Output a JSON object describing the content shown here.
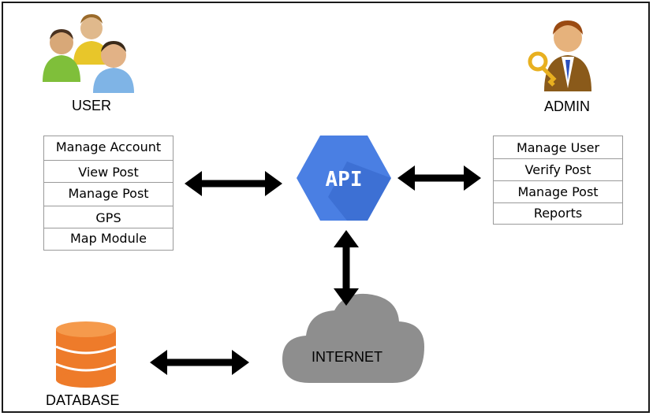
{
  "user": {
    "title": "USER",
    "items": [
      "Manage Account",
      "View Post",
      "Manage Post",
      "GPS",
      "Map Module"
    ]
  },
  "admin": {
    "title": "ADMIN",
    "items": [
      "Manage User",
      "Verify Post",
      "Manage Post",
      "Reports"
    ]
  },
  "api": {
    "label": "API"
  },
  "internet": {
    "label": "INTERNET"
  },
  "database": {
    "label": "DATABASE"
  },
  "colors": {
    "api_blue": "#4a7fe3",
    "api_shadow": "#3566c9",
    "cloud_gray": "#8e8e8e",
    "db_orange": "#ee7b2a",
    "arrow": "#000000"
  }
}
